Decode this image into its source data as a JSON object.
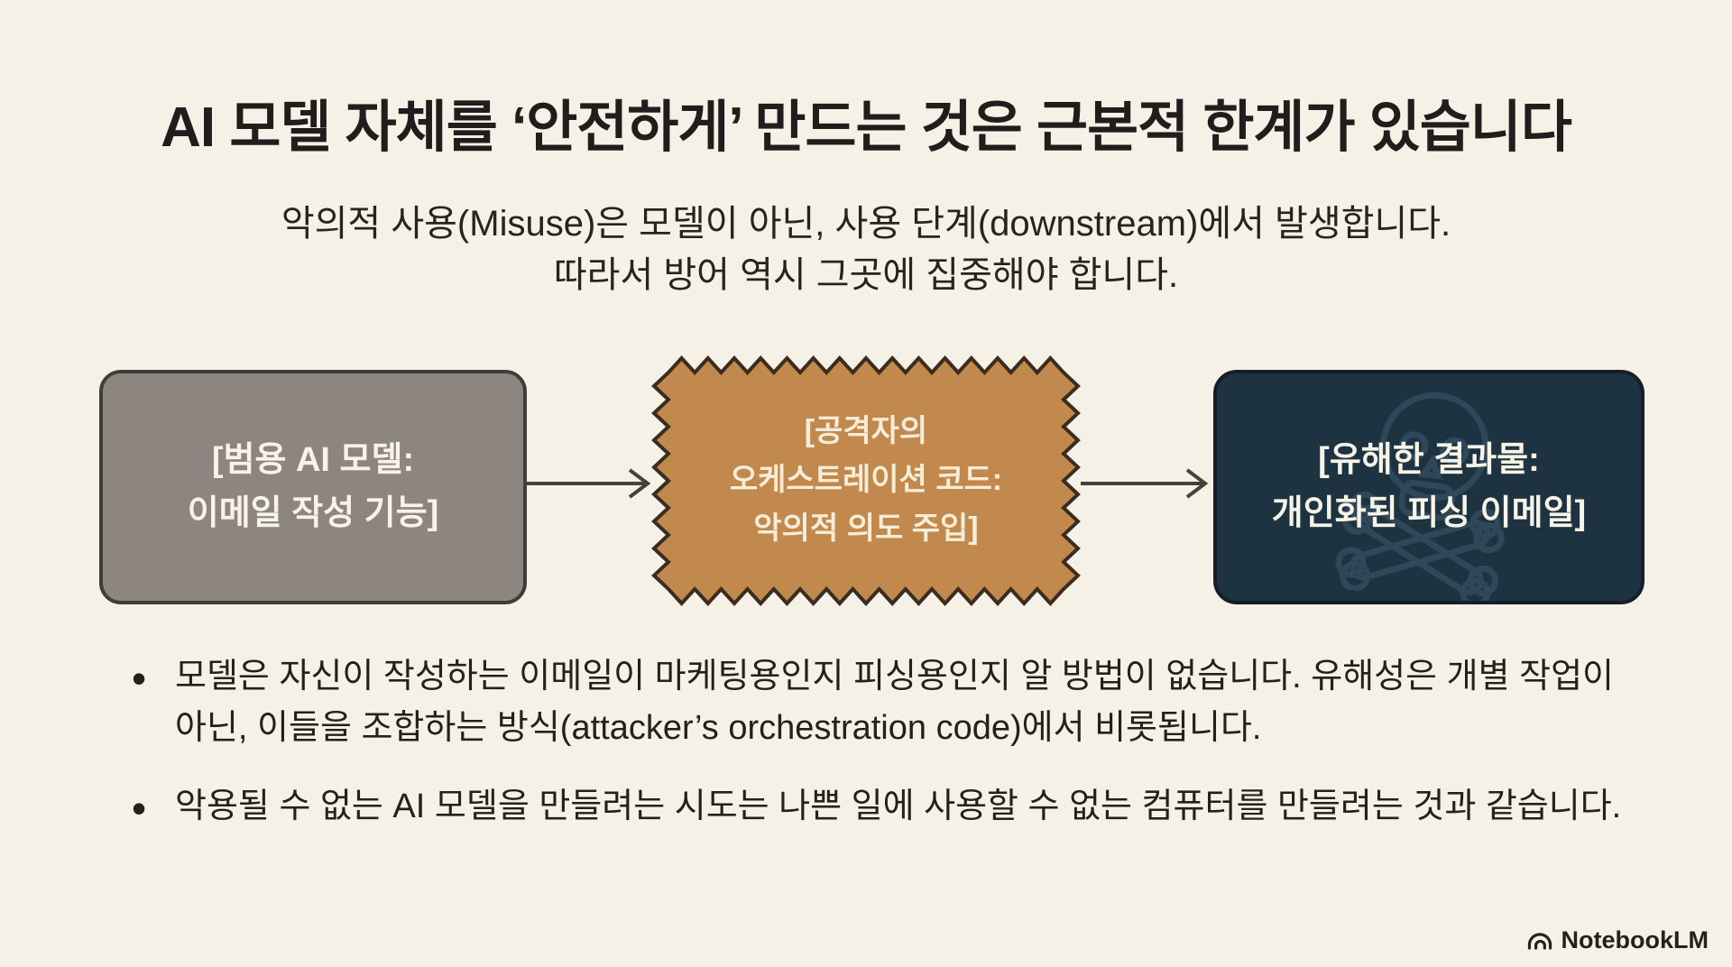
{
  "slide": {
    "title": "AI 모델 자체를 ‘안전하게’ 만드는 것은 근본적 한계가 있습니다",
    "subtitle": {
      "line1": "악의적 사용(Misuse)은 모델이 아닌, 사용 단계(downstream)에서 발생합니다.",
      "line2": "따라서 방어 역시 그곳에 집중해야 합니다."
    },
    "diagram": {
      "model_box": {
        "line1": "[범용 AI 모델:",
        "line2": "이메일 작성 기능]"
      },
      "attacker_box": {
        "line1": "[공격자의",
        "line2": "오케스트레이션 코드:",
        "line3": "악의적 의도 주입]"
      },
      "output_box": {
        "line1": "[유해한 결과물:",
        "line2": "개인화된 피싱 이메일]"
      },
      "watermark_icon": "skull-crossbones-icon"
    },
    "bullets": [
      "모델은 자신이 작성하는 이메일이 마케팅용인지 피싱용인지 알 방법이 없습니다. 유해성은 개별 작업이 아닌, 이들을 조합하는 방식(attacker’s orchestration code)에서 비롯됩니다.",
      "악용될 수 없는 AI 모델을 만들려는 시도는 나쁜 일에 사용할 수 없는 컴퓨터를 만들려는 것과 같습니다."
    ],
    "footer": {
      "brand": "NotebookLM",
      "brand_icon": "notebooklm-logo-icon"
    },
    "colors": {
      "background": "#f6f1e7",
      "title_text": "#1f1e1c",
      "model_box_fill": "#8d8680",
      "attacker_box_fill": "#c2894f",
      "output_box_fill": "#1e3342",
      "box_text": "#f8f3e7",
      "arrow": "#45423c",
      "skull_outline": "#3f5d73"
    }
  }
}
